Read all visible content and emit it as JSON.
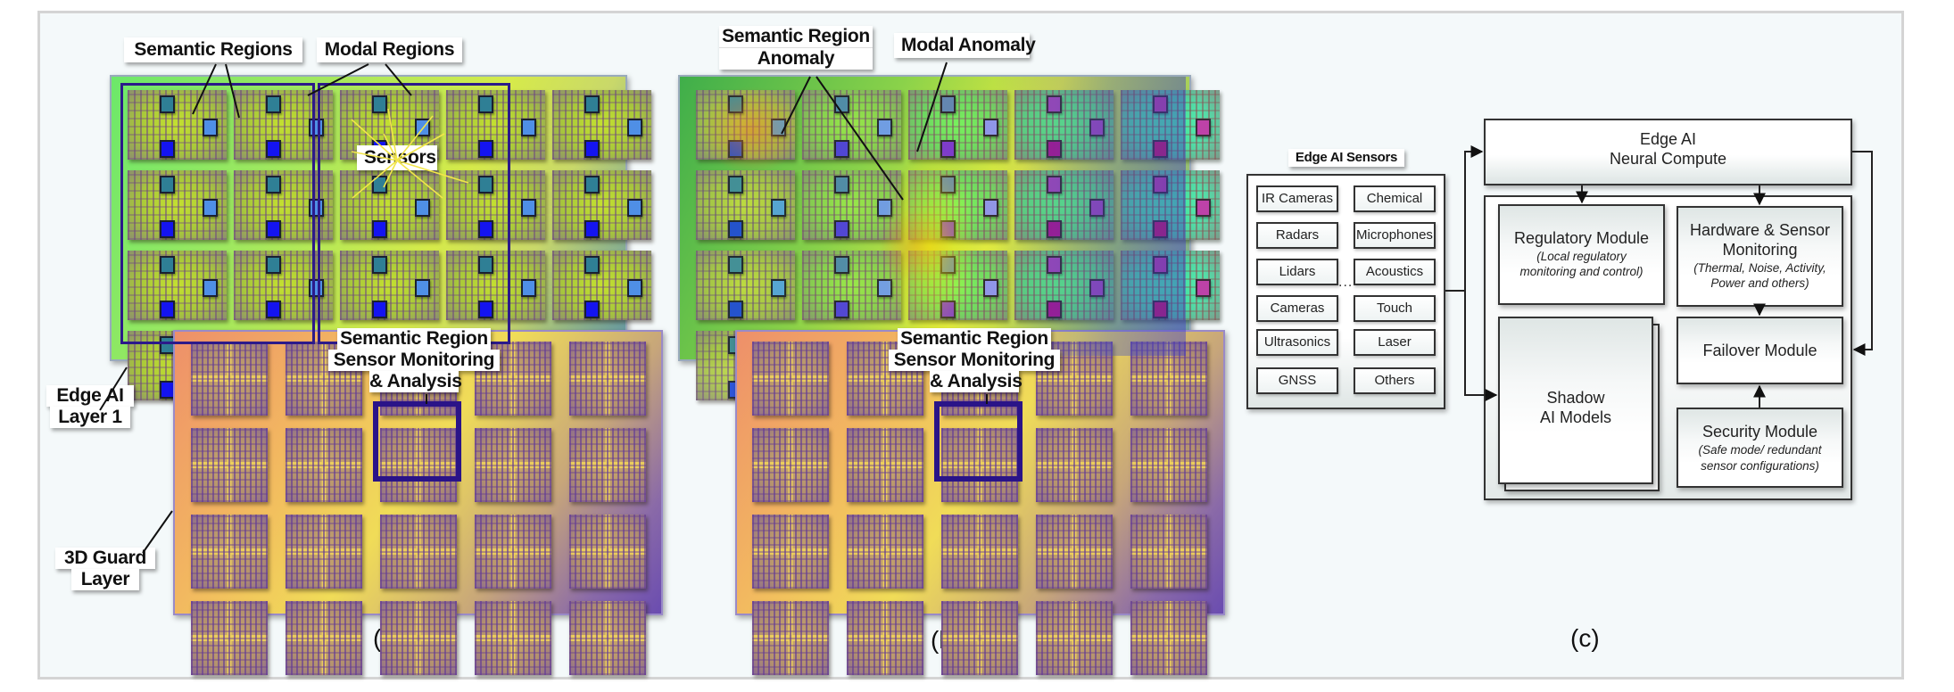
{
  "figure": {
    "panels": [
      {
        "id": "a",
        "caption": "(a)",
        "labels": {
          "semantic_regions": "Semantic  Regions",
          "modal_regions": "Modal Regions",
          "sensors": "Sensors",
          "monitoring_line1": "Semantic Region",
          "monitoring_line2": "Sensor Monitoring",
          "monitoring_line3": "& Analysis",
          "edge_ai_line1": "Edge AI",
          "edge_ai_line2": "Layer 1",
          "guard_line1": "3D Guard",
          "guard_line2": "Layer"
        }
      },
      {
        "id": "b",
        "caption": "(b)",
        "labels": {
          "semantic_anomaly_line1": "Semantic Region",
          "semantic_anomaly_line2": "Anomaly",
          "modal_anomaly": "Modal Anomaly",
          "monitoring_line1": "Semantic Region",
          "monitoring_line2": "Sensor Monitoring",
          "monitoring_line3": "& Analysis"
        }
      },
      {
        "id": "c",
        "caption": "(c)",
        "sensors_title": "Edge AI Sensors",
        "sensors": [
          [
            "IR Cameras",
            "Chemical"
          ],
          [
            "Radars",
            "Microphones"
          ],
          [
            "Lidars",
            "Acoustics"
          ],
          [
            "Cameras",
            "Touch"
          ],
          [
            "Ultrasonics",
            "Laser"
          ],
          [
            "GNSS",
            "Others"
          ]
        ],
        "ellipsis": "...",
        "neural_compute": {
          "line1": "Edge AI",
          "line2": "Neural Compute"
        },
        "regulatory": {
          "title": "Regulatory Module",
          "sub1": "(Local regulatory",
          "sub2": "monitoring and control)"
        },
        "hardware": {
          "title1": "Hardware & Sensor",
          "title2": "Monitoring",
          "sub1": "(Thermal, Noise, Activity,",
          "sub2": "Power and others)"
        },
        "shadow": {
          "line1": "Shadow",
          "line2": "AI Models"
        },
        "failover": {
          "title": "Failover Module"
        },
        "security": {
          "title": "Security Module",
          "sub1": "(Safe mode/ redundant",
          "sub2": "sensor configurations)"
        }
      }
    ],
    "grid": {
      "top_rows": 4,
      "top_cols": 5,
      "bottom_rows": 4,
      "bottom_cols": 5,
      "selected_bottom_tile": [
        1,
        2
      ]
    }
  }
}
